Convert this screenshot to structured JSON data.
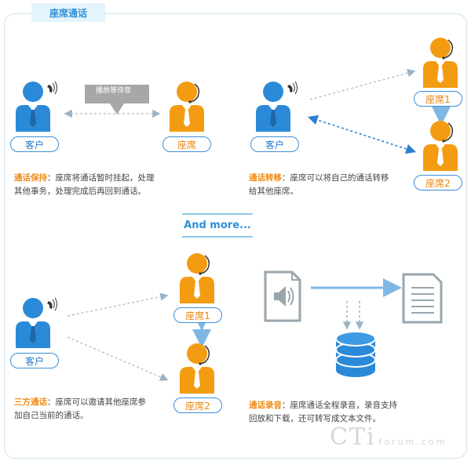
{
  "title": "座席通话",
  "hold_prompt": "播放等待音",
  "and_more": "And more...",
  "labels": {
    "customer": "客户",
    "agent": "座席",
    "agent1": "座席1",
    "agent2": "座席2"
  },
  "sections": {
    "hold": {
      "key": "通话保持",
      "text": "：座席将通话暂时挂起，处理",
      "text2": "其他事务，处理完成后再回到通话。"
    },
    "transfer": {
      "key": "通话转移",
      "text": "：座席可以将自己的通话转移",
      "text2": "给其他座席。"
    },
    "three_way": {
      "key": "三方通话",
      "text": "：座席可以邀请其他座席参",
      "text2": "加自己当前的通话。"
    },
    "recording": {
      "key": "通话录音",
      "text": "：座席通话全程录音，录音支持",
      "text2": "回放和下载，还可转写成文本文件。"
    }
  },
  "watermark": {
    "main": "CTi",
    "sub": "forum.com"
  },
  "colors": {
    "customer": "#2b8ad8",
    "agent": "#f39c12",
    "pill_border": "#3a8fd8",
    "accent_text": "#f08a12",
    "arrow_light": "#b8d8ee"
  }
}
